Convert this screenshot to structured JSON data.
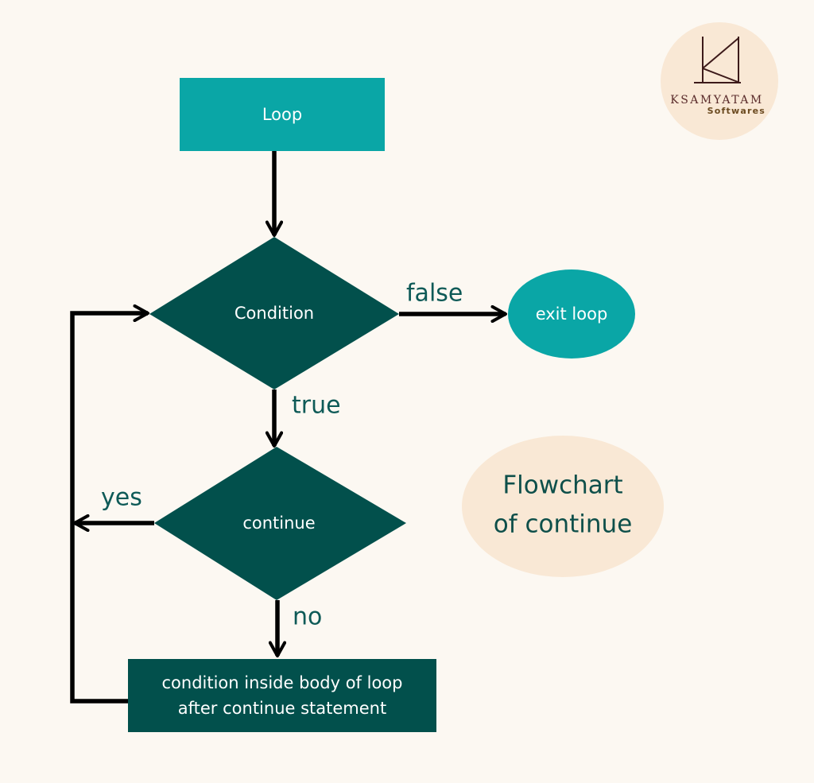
{
  "logo": {
    "name": "KSAMYATAM",
    "tagline": "Softwares"
  },
  "diagram": {
    "title": [
      "Flowchart",
      "of continue"
    ],
    "nodes": {
      "loop": "Loop",
      "condition": "Condition",
      "exit": "exit loop",
      "continue": "continue",
      "body": [
        "condition inside body of loop",
        "after continue statement"
      ]
    },
    "edge_labels": {
      "false": "false",
      "true": "true",
      "yes": "yes",
      "no": "no"
    }
  },
  "colors": {
    "background": "#fcf8f2",
    "teal": "#0aa6a6",
    "dark_green": "#02504c",
    "peach": "#f9e8d5",
    "arrow": "#000000"
  }
}
